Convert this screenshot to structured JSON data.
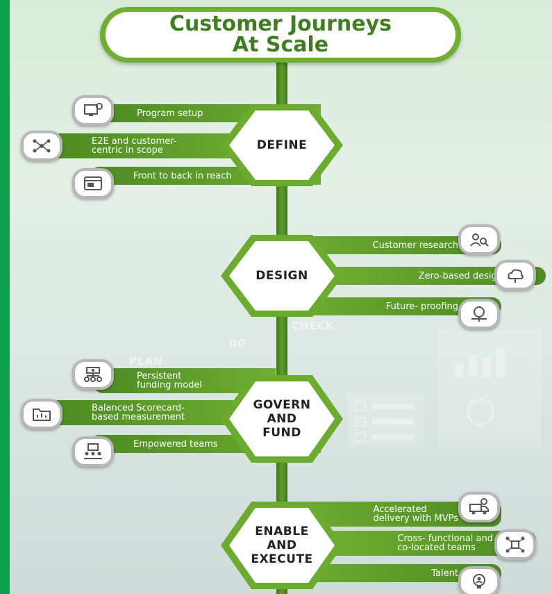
{
  "title": {
    "line1": "Customer Journeys",
    "line2": "At Scale"
  },
  "background": {
    "plan": "PLAN",
    "do": "DO",
    "check": "CHECK"
  },
  "colors": {
    "accent": "#6bab2e",
    "dark_green": "#3f7d1f",
    "left_bar": "#0aa24a"
  },
  "stages": [
    {
      "label_lines": [
        "DEFINE"
      ],
      "items": [
        {
          "text": "Program setup",
          "icon": "monitor-gear-icon"
        },
        {
          "text": "E2E and customer-\ncentric in scope",
          "icon": "people-network-icon"
        },
        {
          "text": "Front to back in reach",
          "icon": "browser-window-icon"
        }
      ]
    },
    {
      "label_lines": [
        "DESIGN"
      ],
      "items": [
        {
          "text": "Customer research",
          "icon": "users-search-icon"
        },
        {
          "text": "Zero-based design",
          "icon": "cloud-tree-icon"
        },
        {
          "text": "Future- proofing",
          "icon": "lightbulb-magnifier-icon"
        }
      ]
    },
    {
      "label_lines": [
        "GOVERN",
        "AND",
        "FUND"
      ],
      "items": [
        {
          "text": "Persistent\nfunding model",
          "icon": "money-hierarchy-icon"
        },
        {
          "text": "Balanced Scorecard-\nbased measurement",
          "icon": "folder-chart-icon"
        },
        {
          "text": "Empowered teams",
          "icon": "team-presentation-icon"
        }
      ]
    },
    {
      "label_lines": [
        "ENABLE",
        "AND",
        "EXECUTE"
      ],
      "items": [
        {
          "text": "Accelerated\ndelivery with MVPs",
          "icon": "delivery-truck-icon"
        },
        {
          "text": "Cross- functional and\nco-located teams",
          "icon": "team-network-icon"
        },
        {
          "text": "Talent",
          "icon": "lightbulb-person-icon"
        }
      ]
    }
  ]
}
